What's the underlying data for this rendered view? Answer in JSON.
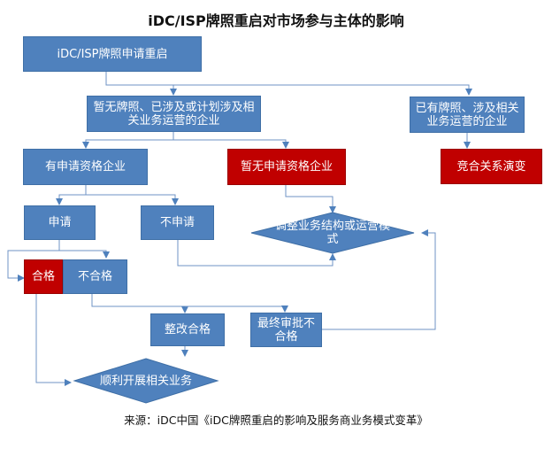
{
  "title": "iDC/ISP牌照重启对市场参与主体的影响",
  "nodes": {
    "restart": "iDC/ISP牌照申请重启",
    "no_license": "暂无牌照、已涉及或计划涉及相关业务运营的企业",
    "has_license": "已有牌照、涉及相关业务运营的企业",
    "qualified": "有申请资格企业",
    "unqualified": "暂无申请资格企业",
    "competition": "竞合关系演变",
    "apply": "申请",
    "no_apply": "不申请",
    "adjust": "调整业务结构或运营模式",
    "pass": "合格",
    "fail": "不合格",
    "rectify": "整改合格",
    "final_fail": "最终审批不合格",
    "smooth": "顺利开展相关业务"
  },
  "source": "来源：iDC中国《iDC牌照重启的影响及服务商业务模式变革》"
}
